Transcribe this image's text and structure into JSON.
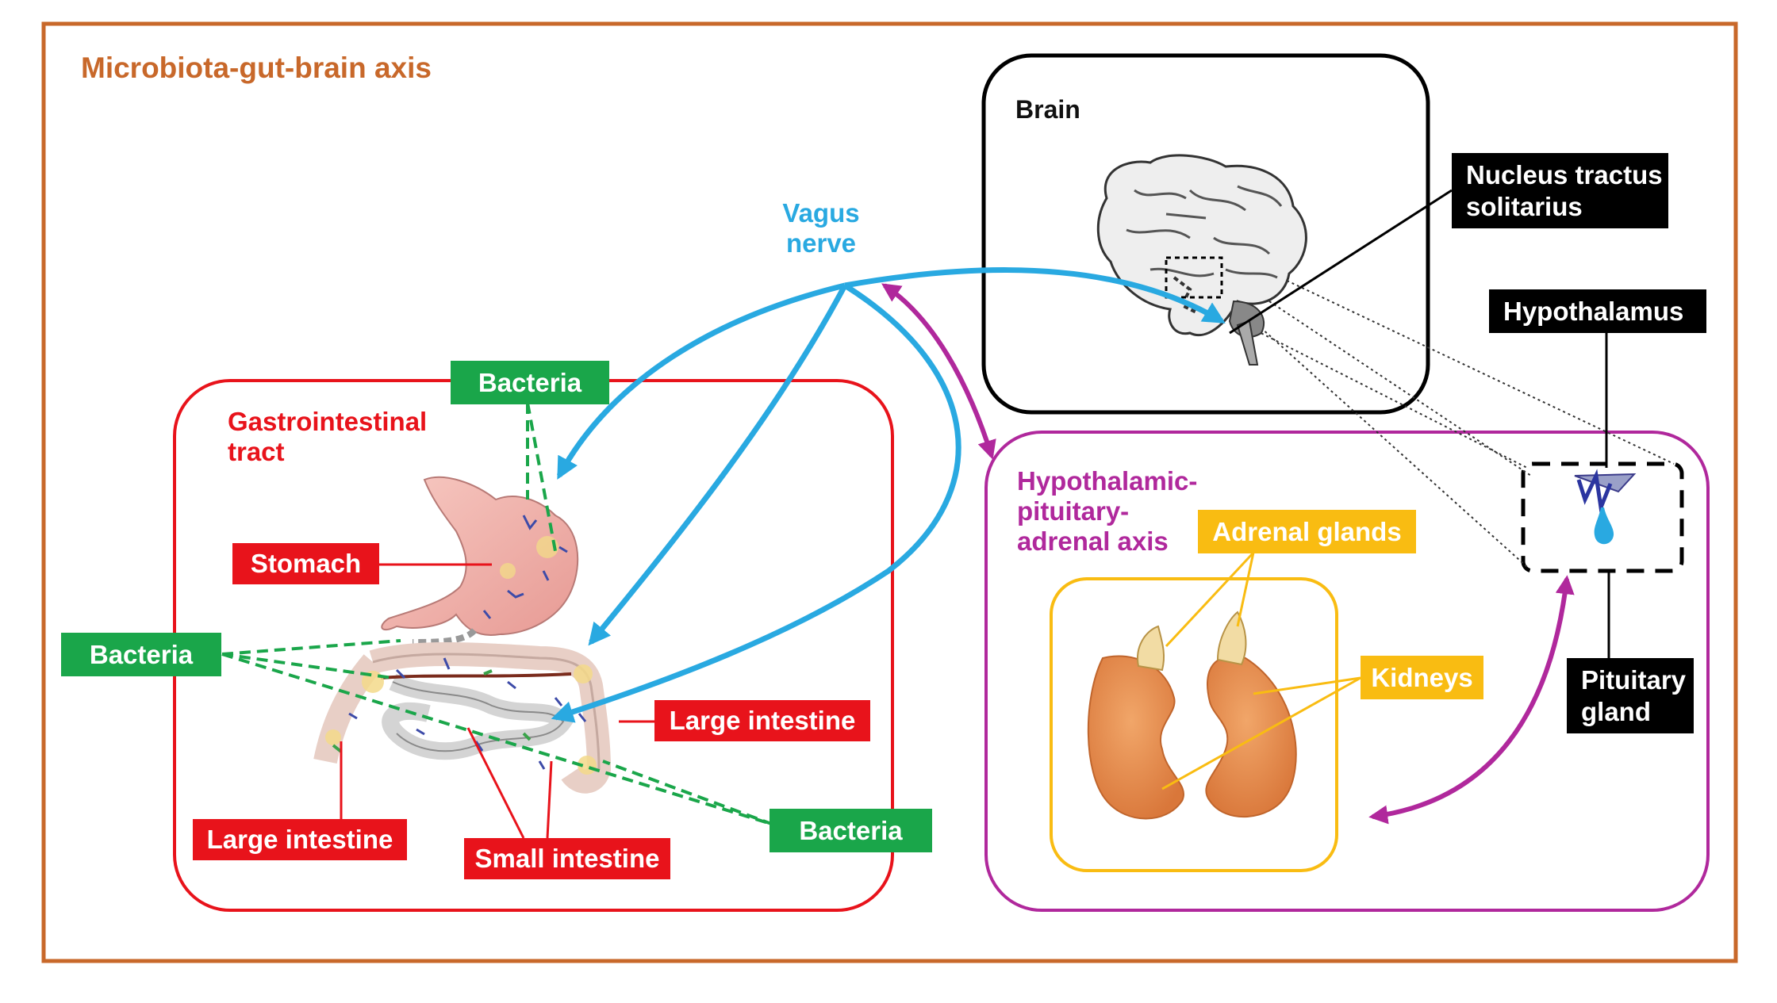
{
  "title": "Microbiota-gut-brain axis",
  "colors": {
    "frame": "#c8682a",
    "gi_tract": "#e8131b",
    "bacteria": "#1aa64a",
    "vagus": "#29a9e1",
    "hpa": "#b0289c",
    "adrenal": "#f9bc12",
    "brain_frame": "#000000"
  },
  "brain": {
    "label": "Brain"
  },
  "vagus": {
    "label": "Vagus nerve"
  },
  "gi": {
    "label": "Gastrointestinal tract",
    "stomach": "Stomach",
    "large_intestine_right": "Large intestine",
    "large_intestine_left": "Large intestine",
    "small_intestine": "Small intestine",
    "bacteria_top": "Bacteria",
    "bacteria_left": "Bacteria",
    "bacteria_bottom": "Bacteria"
  },
  "hpa": {
    "label": "Hypothalamic-pituitary-adrenal axis",
    "adrenal_glands": "Adrenal glands",
    "kidneys": "Kidneys"
  },
  "labels": {
    "nucleus": "Nucleus tractus solitarius",
    "hypothalamus": "Hypothalamus",
    "pituitary": "Pituitary gland"
  },
  "icons": [
    "brain-illustration",
    "stomach-illustration",
    "intestine-illustration",
    "kidney-illustration",
    "hypothalamus-pituitary-icon"
  ]
}
